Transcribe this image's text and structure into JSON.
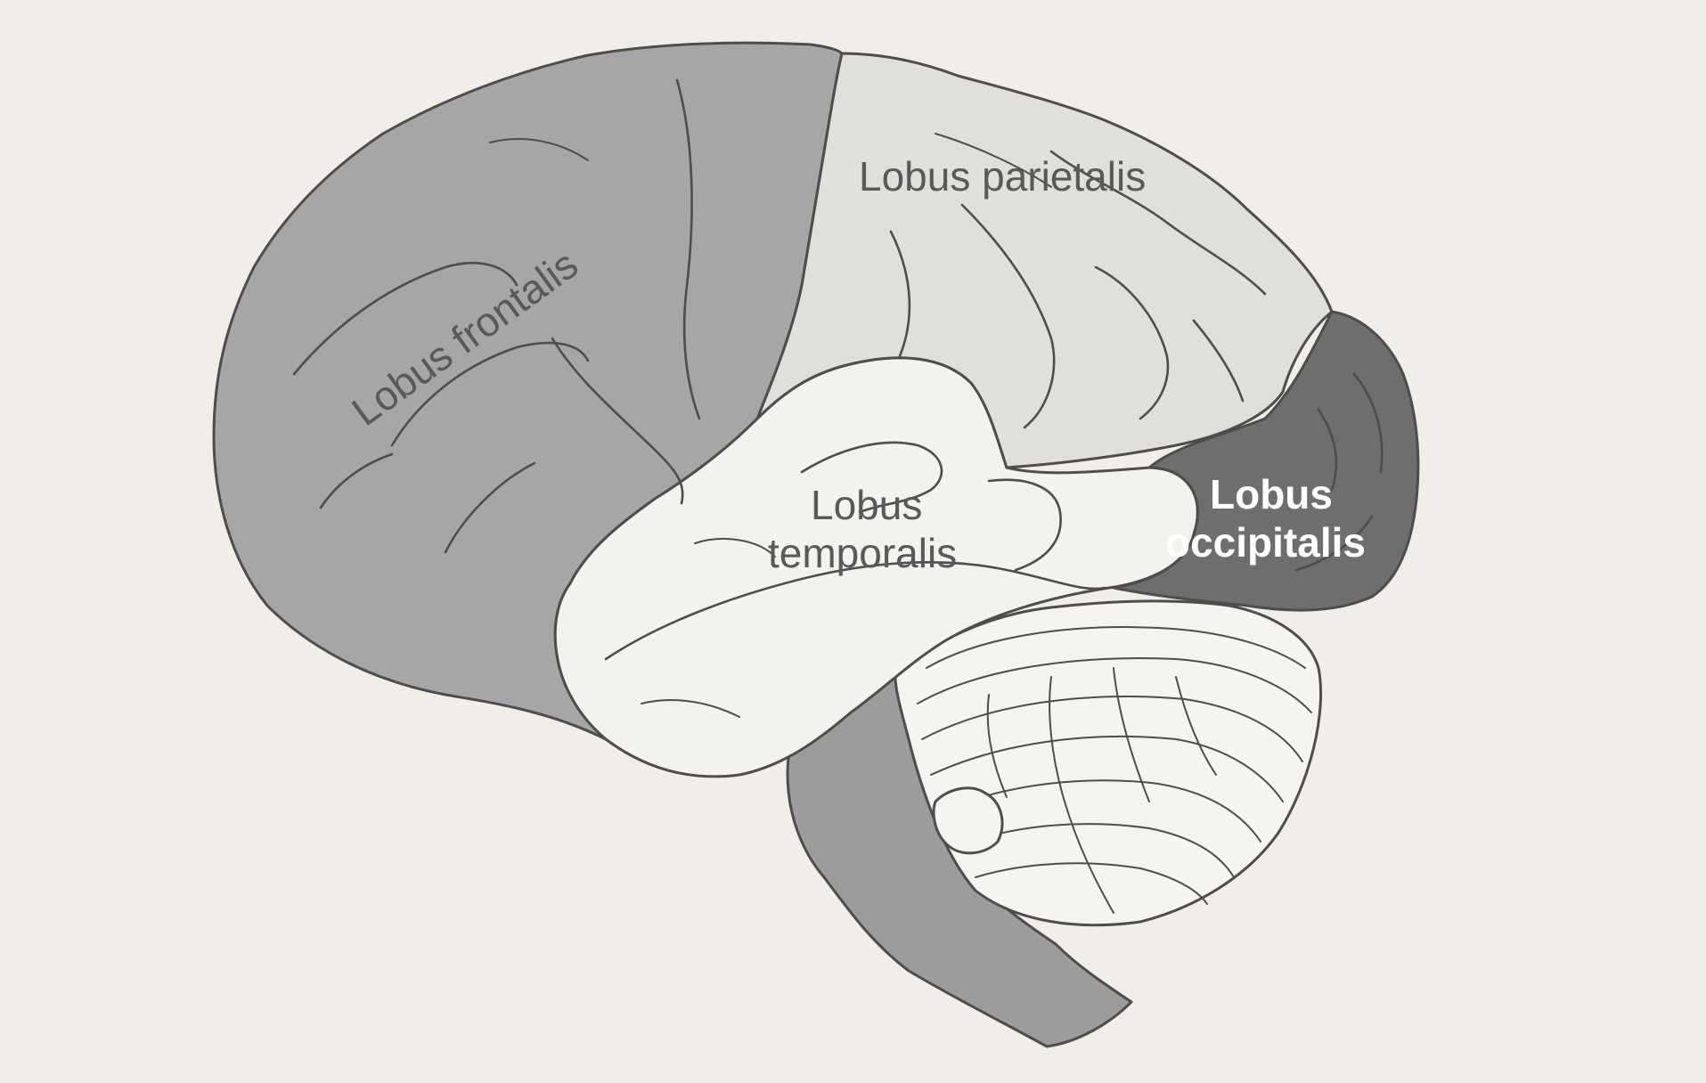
{
  "diagram": {
    "colors": {
      "background": "#f1eeea",
      "frontal": "#a6a6a6",
      "parietal": "#e1dfdb",
      "temporal": "#f4f2ef",
      "occipital": "#6e6e6e",
      "cerebellum": "#f6f4f1",
      "brainstem": "#9c9c9c",
      "outline": "#4d4d4d",
      "label_dark": "#595959",
      "label_light": "#ffffff"
    },
    "regions": {
      "frontal": {
        "label": "Lobus frontalis"
      },
      "parietal": {
        "label": "Lobus parietalis"
      },
      "temporal": {
        "label_line1": "Lobus",
        "label_line2": "temporalis"
      },
      "occipital": {
        "label_line1": "Lobus",
        "label_line2": "occipitalis"
      }
    }
  }
}
